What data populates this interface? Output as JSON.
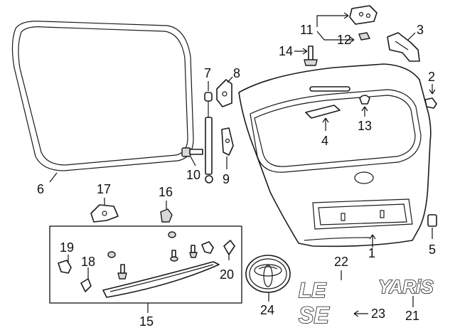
{
  "callouts": {
    "c1": "1",
    "c2": "2",
    "c3": "3",
    "c4": "4",
    "c5": "5",
    "c6": "6",
    "c7": "7",
    "c8": "8",
    "c9": "9",
    "c10": "10",
    "c11": "11",
    "c12": "12",
    "c13": "13",
    "c14": "14",
    "c15": "15",
    "c16": "16",
    "c17": "17",
    "c18": "18",
    "c19": "19",
    "c20": "20",
    "c21": "21",
    "c22": "22",
    "c23": "23",
    "c24": "24"
  },
  "emblems": {
    "le": "LE",
    "se": "SE",
    "yaris": "YARiS"
  },
  "icons": {
    "toyota_emblem": "toyota-logo-icon"
  },
  "colors": {
    "line": "#1a1a1a",
    "fill": "#ffffff",
    "shade": "#d8d8d8"
  }
}
